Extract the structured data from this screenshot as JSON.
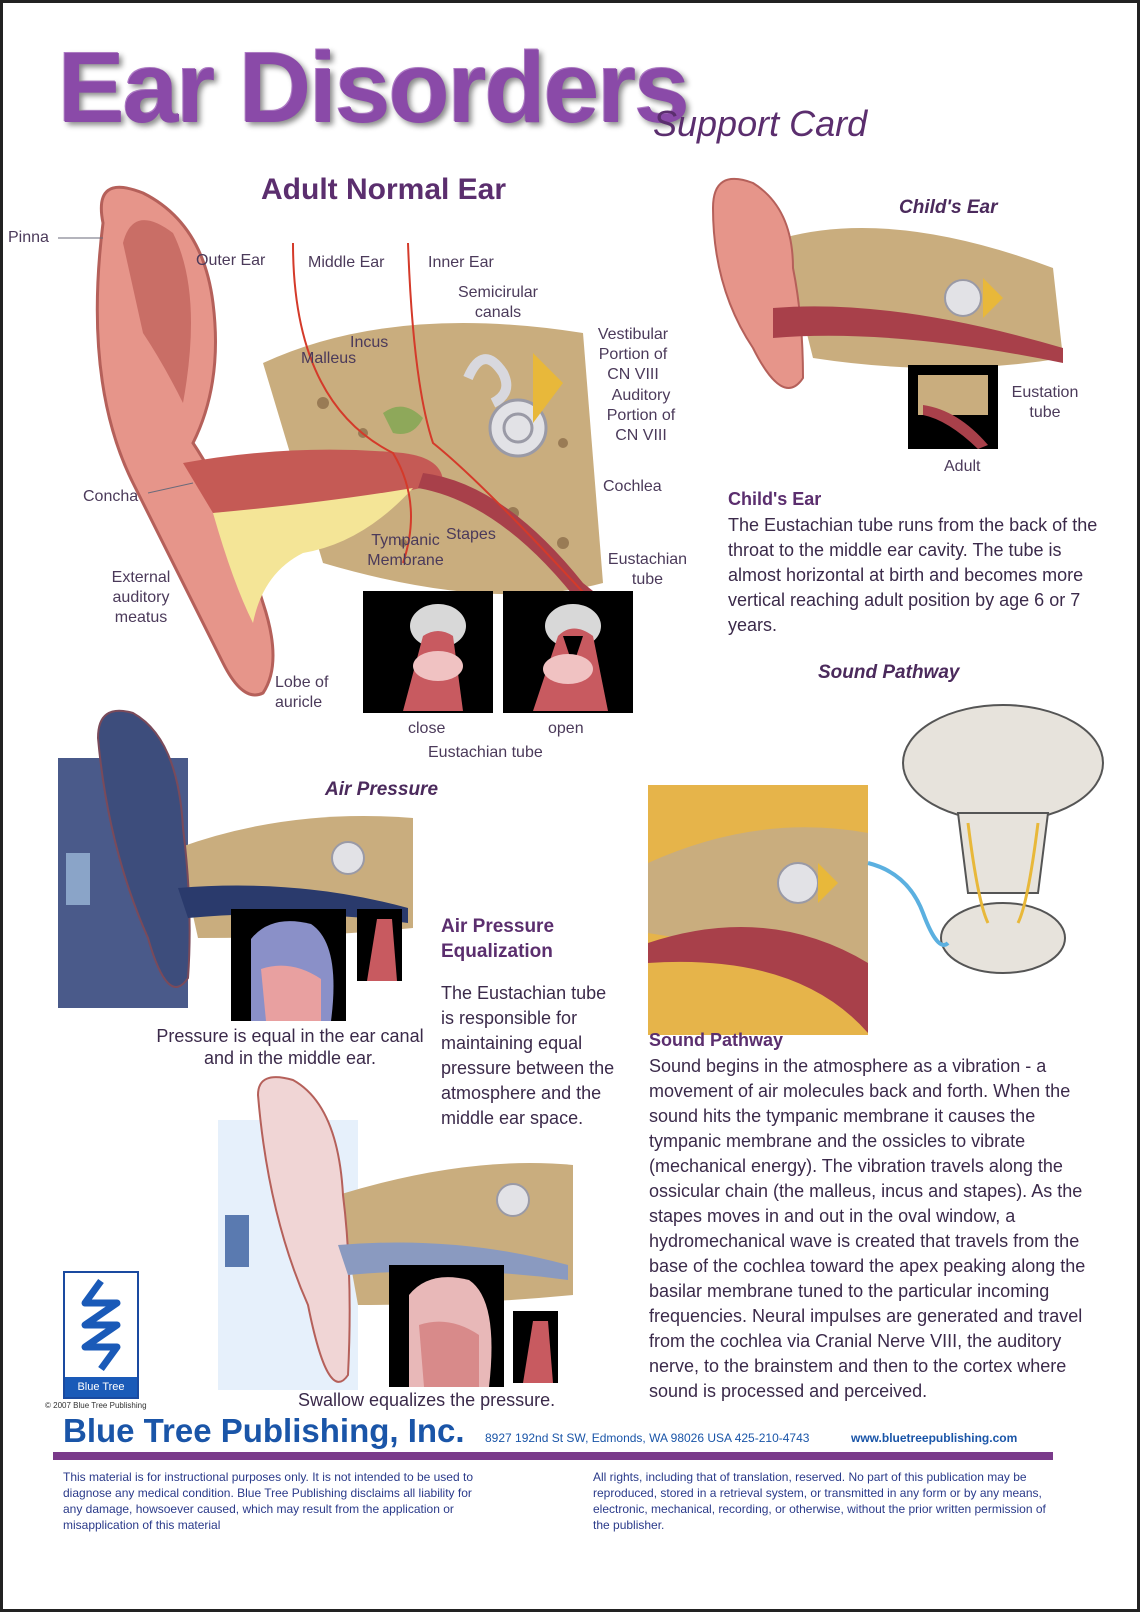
{
  "header": {
    "title": "Ear Disorders",
    "subtitle": "Support Card"
  },
  "adult_ear": {
    "heading": "Adult Normal Ear",
    "labels": {
      "pinna": "Pinna",
      "outer_ear": "Outer Ear",
      "middle_ear": "Middle Ear",
      "inner_ear": "Inner Ear",
      "semicircular": "Semicirular canals",
      "incus": "Incus",
      "malleus": "Malleus",
      "vestibular": "Vestibular Portion of CN VIII",
      "auditory": "Auditory Portion of CN VIII",
      "cochlea": "Cochlea",
      "concha": "Concha",
      "tympanic": "Tympanic Membrane",
      "stapes": "Stapes",
      "eustachian": "Eustachian tube",
      "external": "External auditory meatus",
      "lobe": "Lobe of auricle"
    },
    "tube_close": "close",
    "tube_open": "open",
    "tube_caption": "Eustachian tube"
  },
  "childs_ear": {
    "figure_heading": "Child's Ear",
    "eustation": "Eustation tube",
    "adult": "Adult",
    "heading": "Child's Ear",
    "text": "The Eustachian tube runs from the back of the throat to the middle ear cavity. The tube is almost horizontal at birth and becomes more vertical reaching adult position by age 6 or 7 years."
  },
  "sound_pathway": {
    "figure_heading": "Sound Pathway",
    "heading": "Sound Pathway",
    "text": "Sound begins in the atmosphere as a vibration - a movement of air molecules back and forth. When the sound hits the tympanic membrane it causes the tympanic membrane and the ossicles to vibrate (mechanical energy). The vibration travels along the ossicular chain (the malleus, incus and stapes). As the stapes moves in and out in the oval window, a hydromechanical wave is created that travels from the base of the cochlea toward the apex peaking along the basilar membrane tuned to the particular incoming frequencies. Neural impulses are generated and travel from the cochlea via Cranial Nerve VIII, the auditory nerve, to the brainstem and then to the cortex where sound is processed and perceived."
  },
  "air_pressure": {
    "figure_heading": "Air Pressure",
    "caption_equal": "Pressure is equal in the ear canal and in the middle ear.",
    "heading": "Air Pressure Equalization",
    "text": "The Eustachian tube is responsible for maintaining equal pressure between the atmosphere and the middle ear space.",
    "caption_swallow": "Swallow equalizes the pressure."
  },
  "footer": {
    "logo_text": "Blue Tree",
    "copyright": "© 2007 Blue Tree Publishing",
    "publisher": "Blue Tree Publishing, Inc.",
    "address": "8927 192nd St SW, Edmonds, WA 98026 USA 425-210-4743",
    "website": "www.bluetreepublishing.com",
    "disclaimer_left": "This material is for instructional purposes only. It is not intended to be used to diagnose any medical condition. Blue Tree Publishing disclaims all liability for any damage, howsoever caused, which may result from the application or misapplication of this material",
    "disclaimer_right": "All rights, including that of translation, reserved. No part of this publication may be reproduced, stored in a retrieval system, or transmitted in any form or by any means, electronic, mechanical, recording, or otherwise, without the prior written permission of the publisher."
  }
}
